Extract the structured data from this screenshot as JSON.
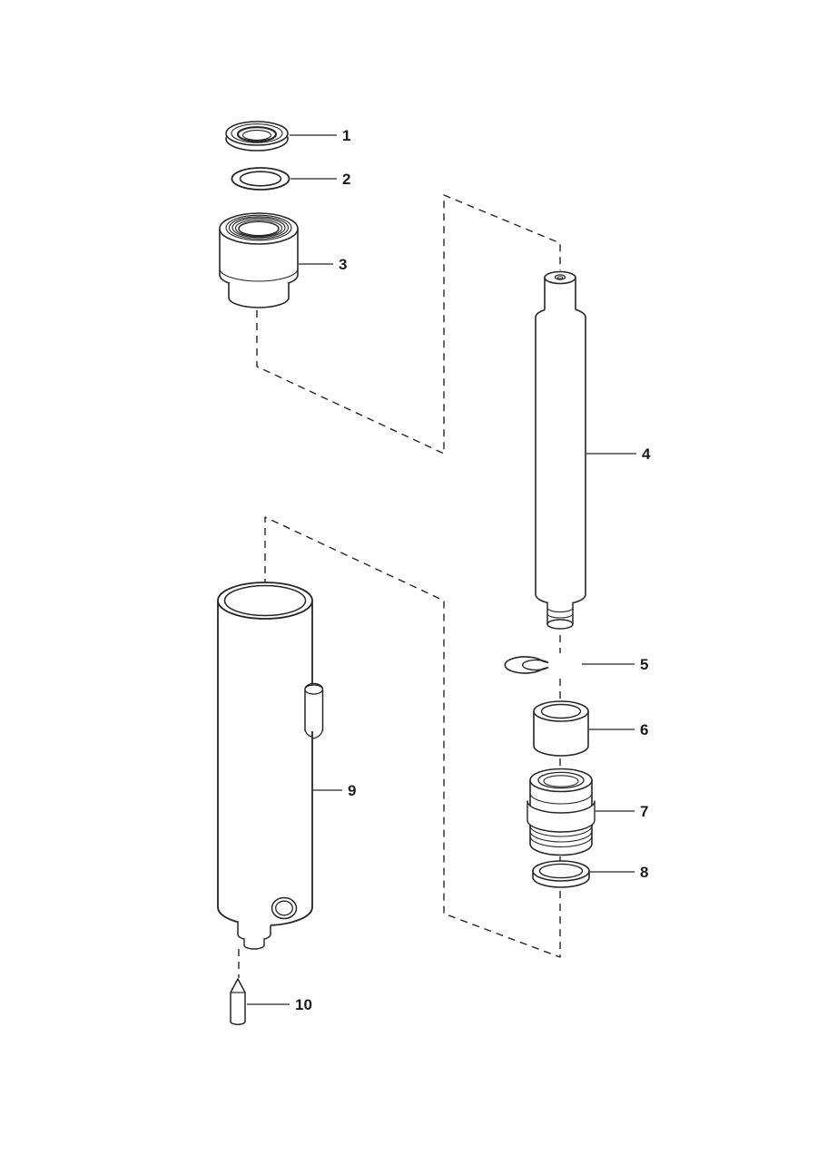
{
  "diagram": {
    "background": "#ffffff",
    "line_color": "#262626",
    "callouts": [
      {
        "label": "1"
      },
      {
        "label": "2"
      },
      {
        "label": "3"
      },
      {
        "label": "4"
      },
      {
        "label": "5"
      },
      {
        "label": "6"
      },
      {
        "label": "7"
      },
      {
        "label": "8"
      },
      {
        "label": "9"
      },
      {
        "label": "10"
      }
    ]
  }
}
